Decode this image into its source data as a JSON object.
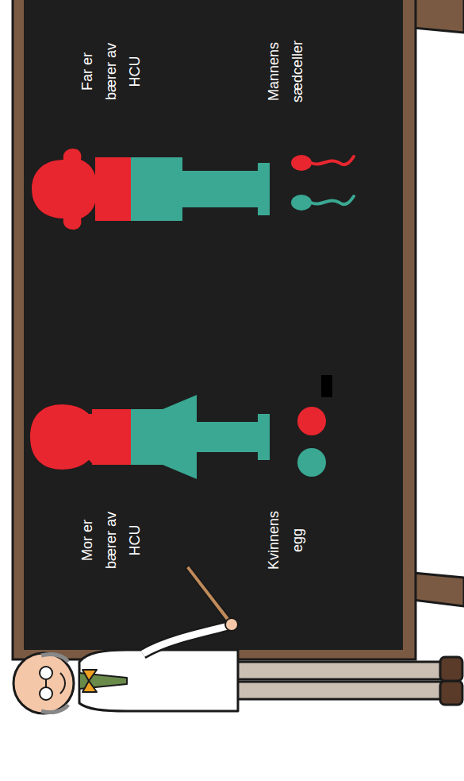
{
  "diagram": {
    "labels": [
      "Mor er bærer av HCU",
      "Kvinnens egg",
      "Far er bærer av HCU",
      "Mannens sædceller"
    ]
  }
}
